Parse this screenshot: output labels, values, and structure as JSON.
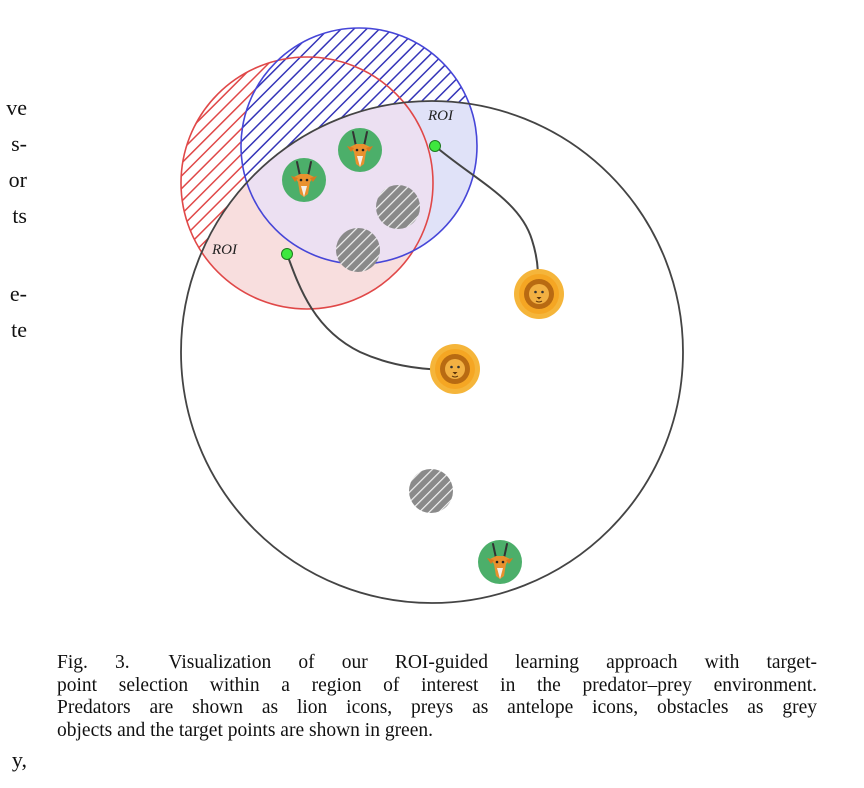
{
  "left_column_fragments": [
    "ve",
    "s-",
    "or",
    "ts",
    "e-",
    "te",
    "y,"
  ],
  "figure": {
    "roi_labels": [
      "ROI",
      "ROI"
    ],
    "colors": {
      "red_roi": "#e04848",
      "red_roi_fill": "#f8dede",
      "blue_roi": "#4646d8",
      "blue_roi_fill": "#e0e2f8",
      "environment_border": "#444444",
      "target_point": "#3ee83e",
      "obstacle": "#8a8a8a",
      "prey_bg": "#4caf6a",
      "predator_bg": "#f5a623"
    },
    "icons": {
      "predator": "lion-icon",
      "prey": "antelope-icon",
      "obstacle": "hatched-obstacle-icon",
      "target": "target-point-icon"
    }
  },
  "caption": {
    "label": "Fig. 3.",
    "lines": [
      "Visualization of our ROI-guided learning approach with target-",
      "point selection within a region of interest in the predator–prey environment.",
      "Predators are shown as lion icons, preys as antelope icons, obstacles as grey",
      "objects and the target points are shown in green."
    ]
  }
}
